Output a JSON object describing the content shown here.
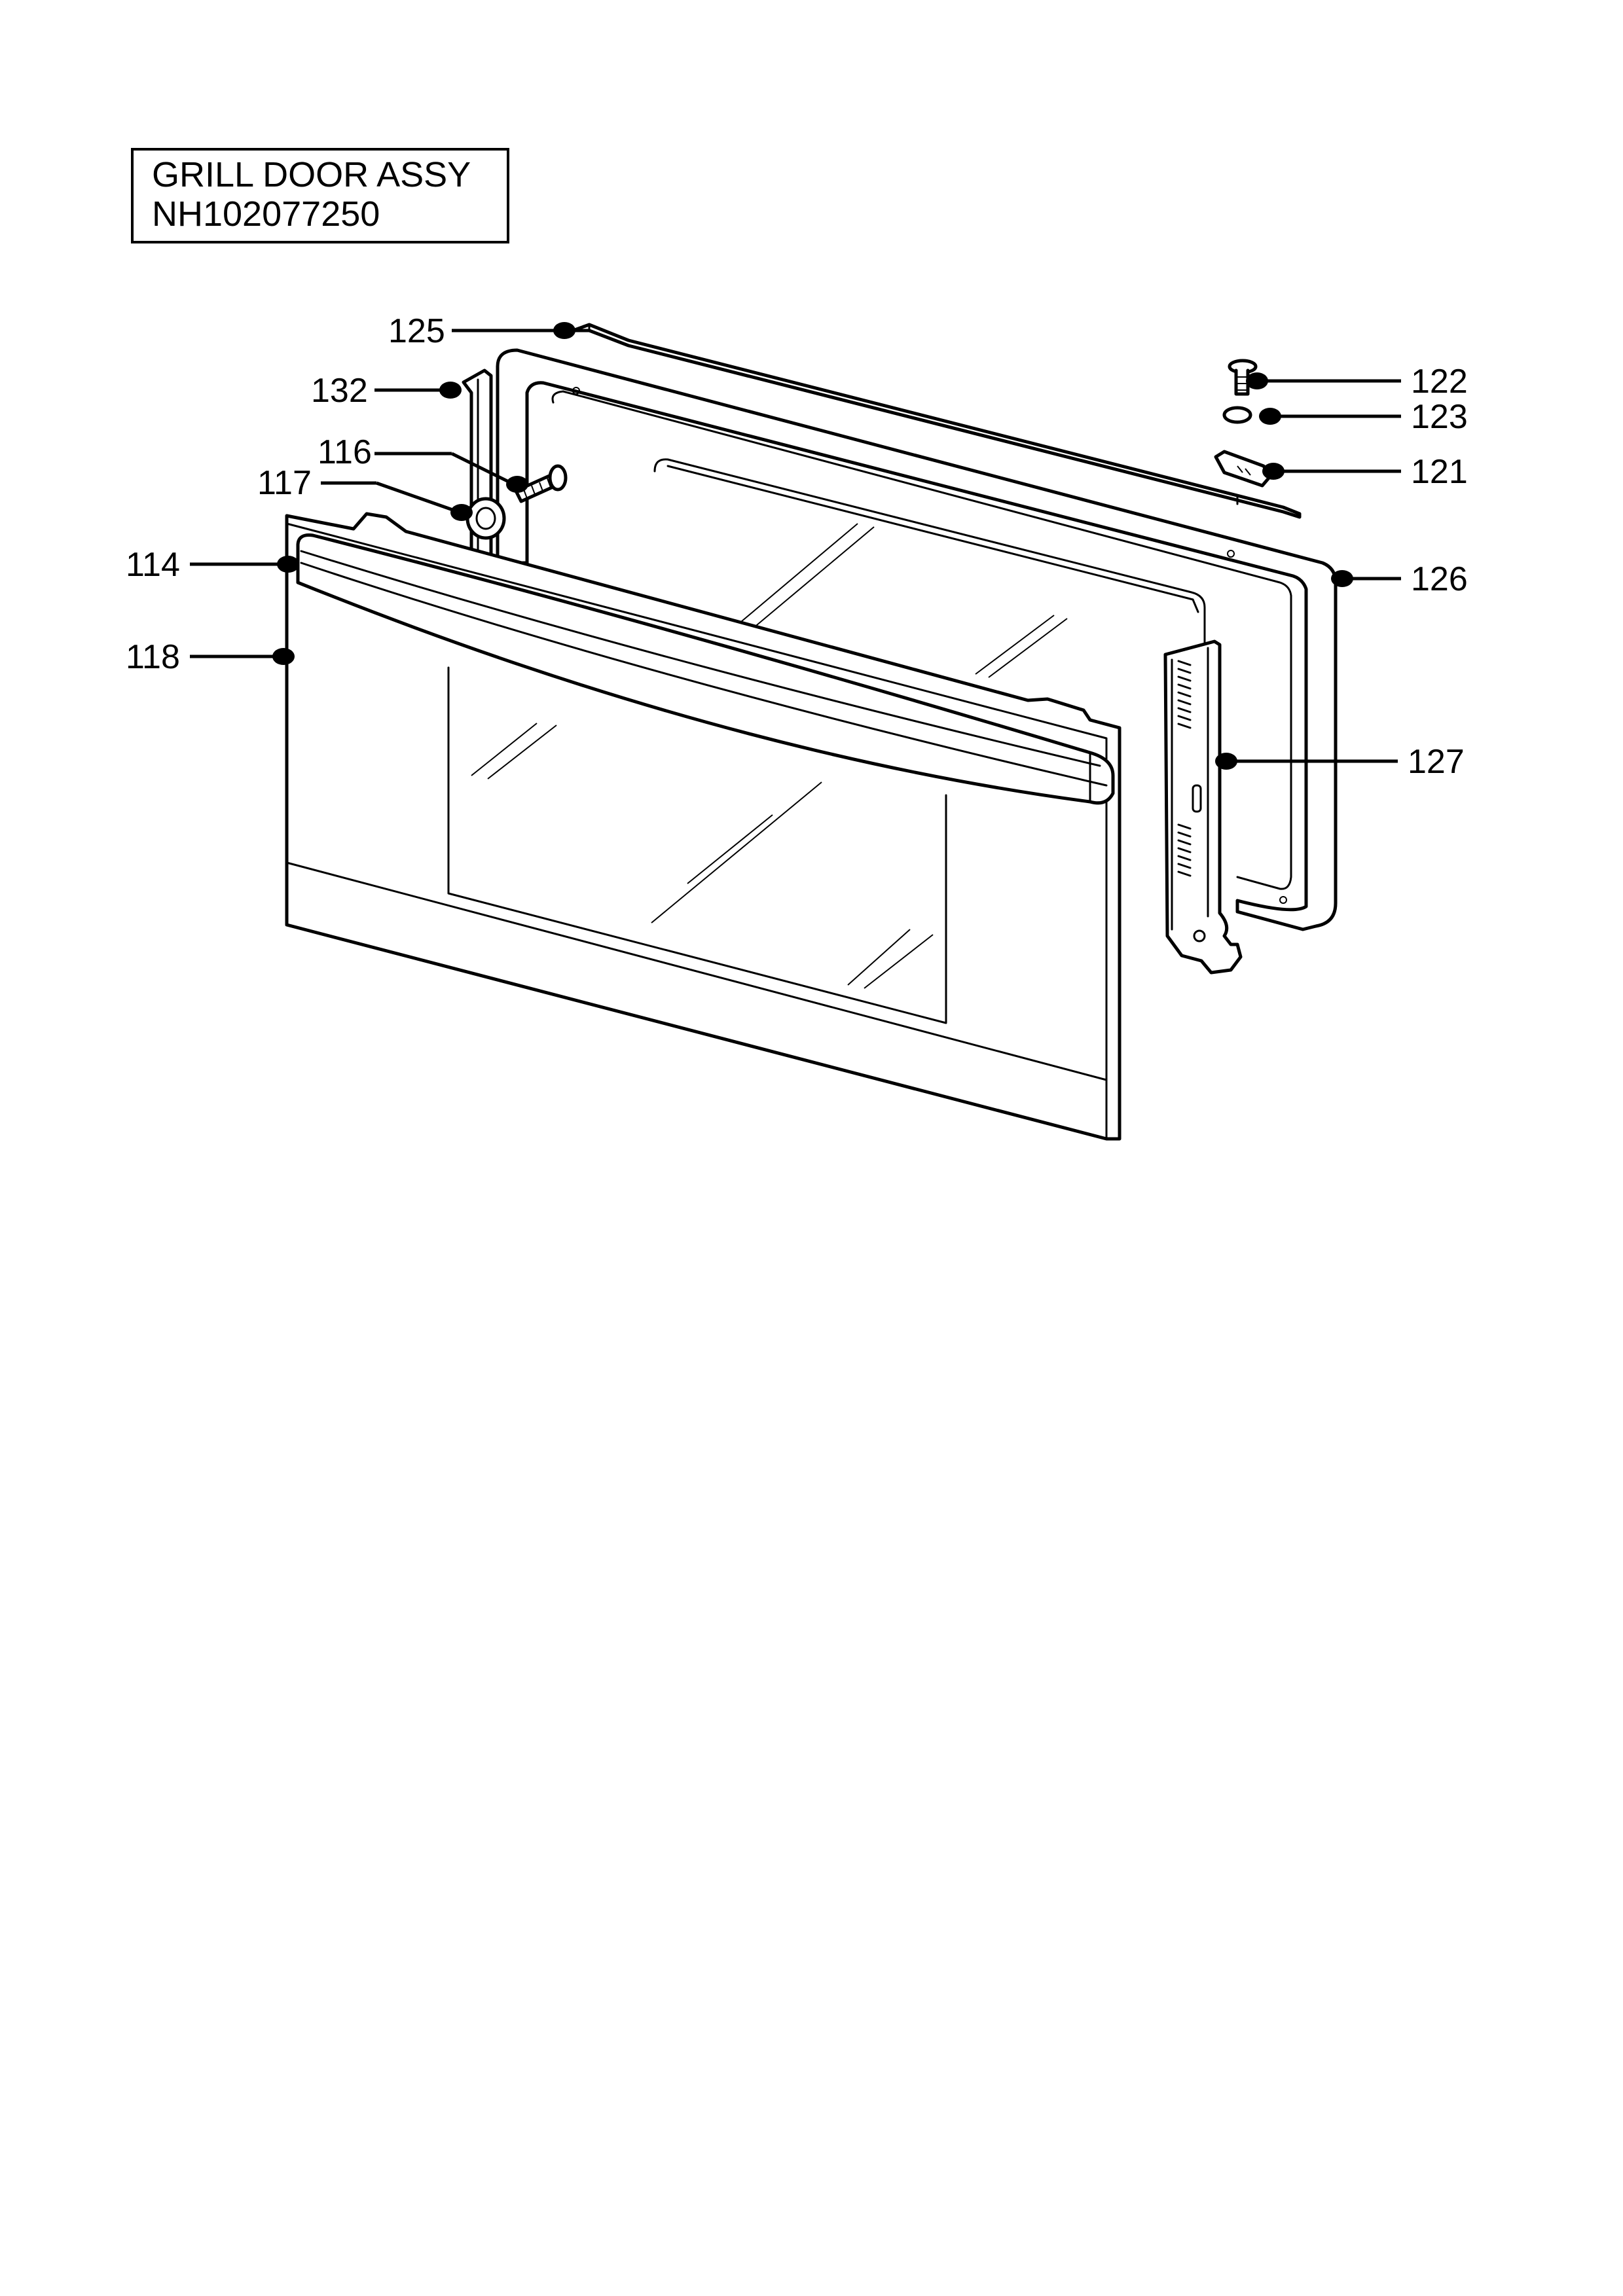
{
  "title_box": {
    "line1": "GRILL DOOR ASSY",
    "line2": "NH102077250"
  },
  "callouts": [
    {
      "id": "125",
      "label": "125"
    },
    {
      "id": "132",
      "label": "132"
    },
    {
      "id": "116",
      "label": "116"
    },
    {
      "id": "117",
      "label": "117"
    },
    {
      "id": "114",
      "label": "114"
    },
    {
      "id": "118",
      "label": "118"
    },
    {
      "id": "122",
      "label": "122"
    },
    {
      "id": "123",
      "label": "123"
    },
    {
      "id": "121",
      "label": "121"
    },
    {
      "id": "126",
      "label": "126"
    },
    {
      "id": "127",
      "label": "127"
    }
  ]
}
